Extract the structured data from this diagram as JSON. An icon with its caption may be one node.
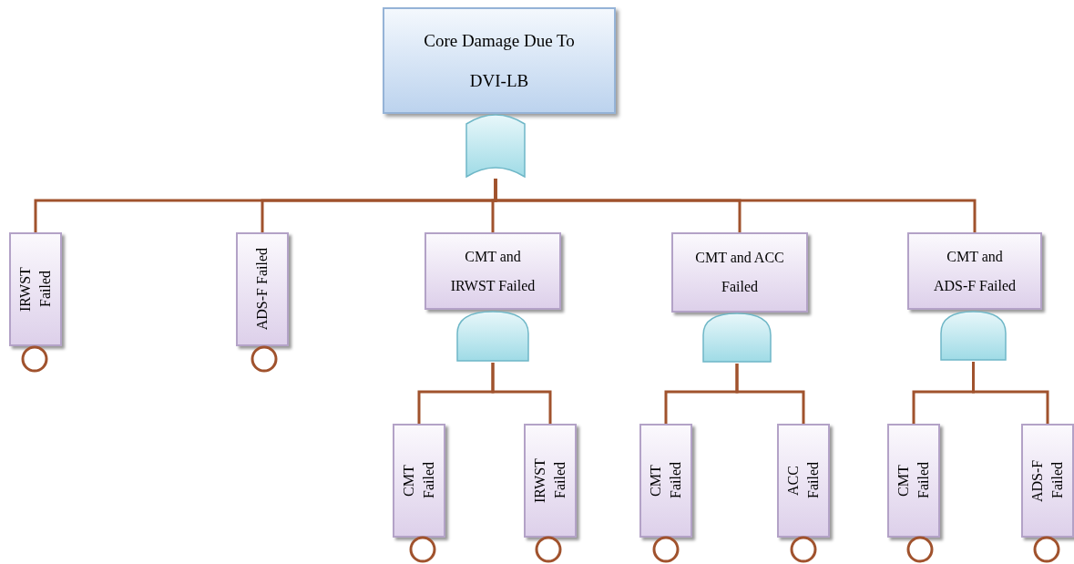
{
  "diagram": {
    "nodes": [
      {
        "text": [
          "Core Damage Due To DVI-LB"
        ]
      },
      {
        "text": [],
        "shape": "gate"
      },
      {
        "text": [
          "IRWST Failed"
        ]
      },
      {
        "text": [],
        "shape": "circle"
      },
      {
        "text": [
          "ADS-F Failed"
        ]
      },
      {
        "text": [],
        "shape": "circle"
      },
      {
        "text": [
          "CMT and IRWST Failed"
        ]
      },
      {
        "text": [],
        "shape": "gate"
      },
      {
        "text": [
          "CMT Failed"
        ]
      },
      {
        "text": [],
        "shape": "circle"
      },
      {
        "text": [
          "IRWST Failed"
        ]
      },
      {
        "text": [],
        "shape": "circle"
      },
      {
        "text": [
          "CMT and ACC Failed"
        ]
      },
      {
        "text": [],
        "shape": "gate"
      },
      {
        "text": [
          "CMT Failed"
        ]
      },
      {
        "text": [],
        "shape": "circle"
      },
      {
        "text": [
          "ACC Failed"
        ]
      },
      {
        "text": [],
        "shape": "circle"
      },
      {
        "text": [
          "CMT and ADS-F Failed"
        ]
      },
      {
        "text": [],
        "shape": "gate"
      },
      {
        "text": [
          "CMT Failed"
        ]
      },
      {
        "text": [],
        "shape": "circle"
      },
      {
        "text": [
          "ADS-F Failed"
        ]
      },
      {
        "text": [],
        "shape": "circle"
      }
    ],
    "edges": [
      {
        "from": 1,
        "to": 2,
        "arrow": "none"
      },
      {
        "from": 1,
        "to": 4,
        "arrow": "none"
      },
      {
        "from": 1,
        "to": 6,
        "arrow": "none"
      },
      {
        "from": 1,
        "to": 12,
        "arrow": "none"
      },
      {
        "from": 1,
        "to": 18,
        "arrow": "none"
      },
      {
        "from": 7,
        "to": 8,
        "arrow": "none"
      },
      {
        "from": 7,
        "to": 10,
        "arrow": "none"
      },
      {
        "from": 13,
        "to": 14,
        "arrow": "none"
      },
      {
        "from": 13,
        "to": 16,
        "arrow": "none"
      },
      {
        "from": 19,
        "to": 20,
        "arrow": "none"
      },
      {
        "from": 19,
        "to": 22,
        "arrow": "none"
      }
    ]
  }
}
